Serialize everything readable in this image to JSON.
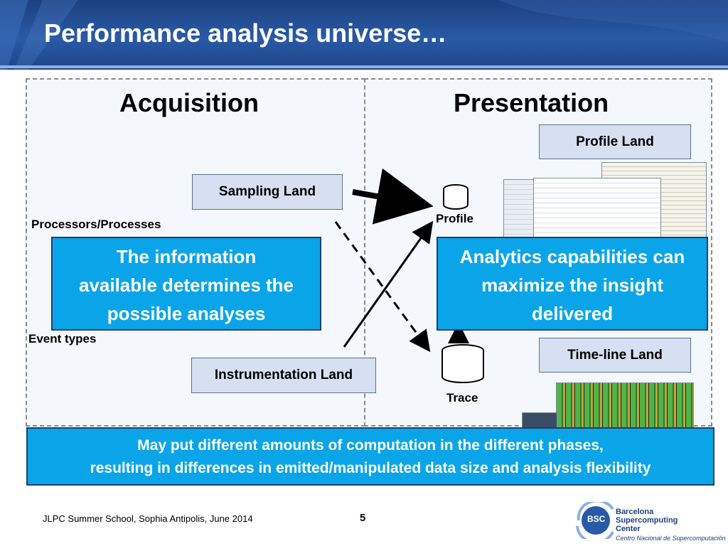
{
  "slide": {
    "title": "Performance analysis universe…"
  },
  "acquisition": {
    "heading": "Acquisition",
    "sampling_land": "Sampling Land",
    "instrumentation_land": "Instrumentation Land",
    "processors_label": "Processors/Processes",
    "event_types_label": "Event types",
    "callout": [
      "The information",
      "available determines the",
      "possible analyses"
    ]
  },
  "presentation": {
    "heading": "Presentation",
    "profile_land": "Profile Land",
    "timeline_land": "Time-line Land",
    "profile_label": "Profile",
    "trace_label": "Trace",
    "callout": [
      "Analytics capabilities can",
      "maximize the insight",
      "delivered"
    ]
  },
  "banner": {
    "line1": "May put different amounts of computation in the different phases,",
    "line2": "resulting  in differences in emitted/manipulated data size and analysis flexibility"
  },
  "footer": {
    "event": "JLPC Summer School, Sophia Antipolis, June 2014",
    "page_number": "5",
    "logo_abbrev": "BSC",
    "org_line1": "Barcelona",
    "org_line2": "Supercomputing",
    "org_line3": "Center",
    "org_subtitle": "Centro Nacional de Supercomputación"
  }
}
